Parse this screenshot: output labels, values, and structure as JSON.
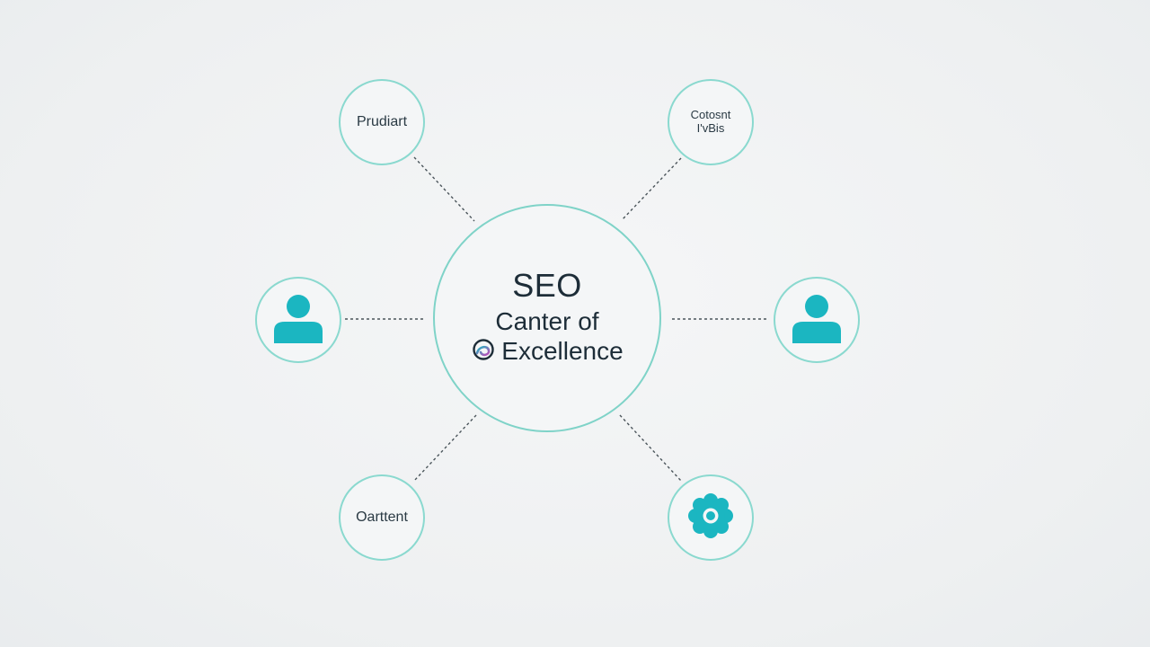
{
  "colors": {
    "accent": "#1bb6c1",
    "ring": "#8ad9cf",
    "text": "#1d2d38",
    "connector": "#4a545a"
  },
  "center": {
    "title": "SEO",
    "line1": "Canter of",
    "line2": "Excellence",
    "logo_icon": "swirl-logo-icon"
  },
  "nodes": {
    "product": {
      "label": "Prudiart"
    },
    "content_top": {
      "line1": "Cotosnt",
      "line2": "I'vBis"
    },
    "user_left": {
      "icon": "user-icon"
    },
    "user_right": {
      "icon": "user-icon"
    },
    "content_bottom": {
      "label": "Oarttent"
    },
    "gear": {
      "icon": "gear-icon"
    }
  }
}
